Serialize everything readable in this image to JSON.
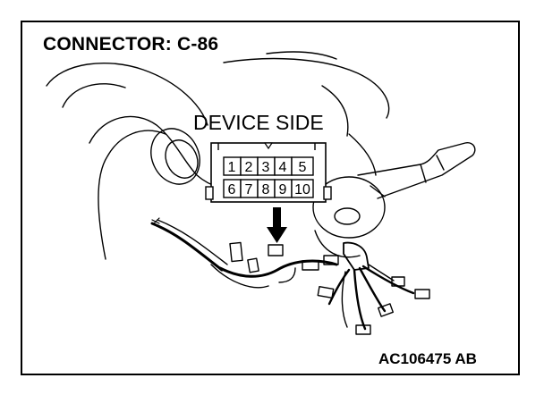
{
  "title": "CONNECTOR: C-86",
  "device_label": "DEVICE SIDE",
  "figure_code": "AC106475 AB",
  "connector_pins": {
    "top_row": [
      "1",
      "2",
      "3",
      "4",
      "5"
    ],
    "bottom_row": [
      "6",
      "7",
      "8",
      "9",
      "10"
    ]
  }
}
